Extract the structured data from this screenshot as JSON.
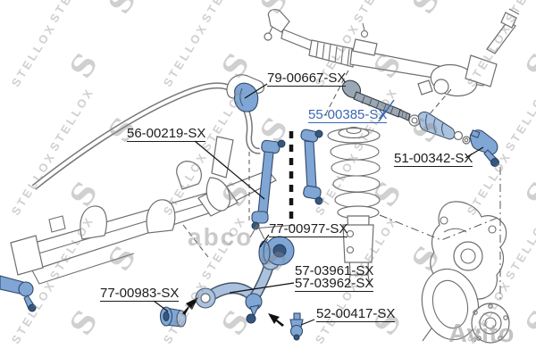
{
  "watermarks": {
    "brand": {
      "text": "STELLOX",
      "logo_letter": "S"
    },
    "marketplace": {
      "text": "Avito"
    },
    "center_text": "abco"
  },
  "colors": {
    "link_blue": "#3b66b3",
    "label_black": "#1c1c1c",
    "highlight_part_blue": "#7fa6d4",
    "light_part_blue": "#aac2de",
    "line_art_gray": "#6e6e6e",
    "watermark_gray": "#8a8a8a"
  },
  "diagram": {
    "labels": [
      {
        "part_number": "79-00667-SX",
        "style": "black"
      },
      {
        "part_number": "56-00219-SX",
        "style": "black"
      },
      {
        "part_number": "55-00385-SX",
        "style": "blue"
      },
      {
        "part_number": "51-00342-SX",
        "style": "black"
      },
      {
        "part_number": "77-00977-SX",
        "style": "black"
      },
      {
        "part_number": "57-03961-SX",
        "style": "black"
      },
      {
        "part_number": "57-03962-SX",
        "style": "black"
      },
      {
        "part_number": "52-00417-SX",
        "style": "black"
      },
      {
        "part_number": "77-00983-SX",
        "style": "black"
      }
    ]
  }
}
